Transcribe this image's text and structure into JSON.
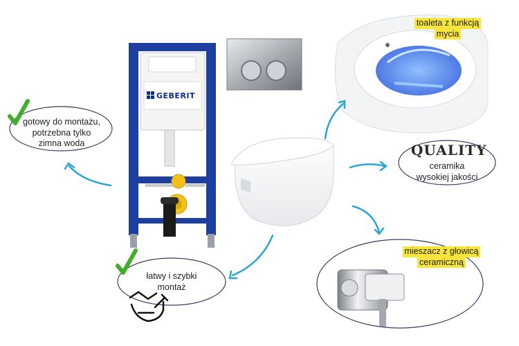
{
  "features": {
    "ready_to_mount": [
      "gotowy do montażu,",
      "potrzebna tylko",
      "zimna woda"
    ],
    "easy_install": [
      "łatwy i szybki",
      "montaż"
    ],
    "washing_toilet": [
      "toaleta z funkcją",
      "mycia"
    ],
    "quality_ceramic": [
      "ceramika",
      "wysokiej jakości"
    ],
    "ceramic_mixer": [
      "mieszacz z głowicą",
      "ceramiczną"
    ]
  },
  "brand_logo": "GEBERIT",
  "quality_stamp": "QUALITY",
  "colors": {
    "arrow": "#2aa6d6",
    "highlight": "#f7e53b",
    "check": "#3fae2a",
    "oval_border": "#3b3b6b",
    "frame_blue": "#1d3fa0"
  }
}
